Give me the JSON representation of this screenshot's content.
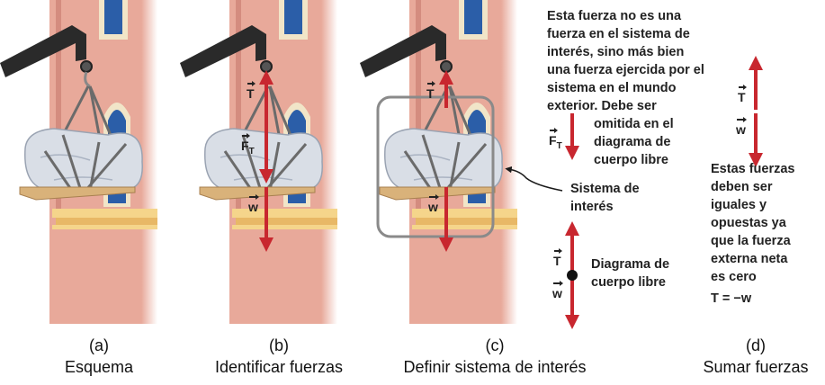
{
  "colors": {
    "wall": "#e8a99a",
    "wall_shadow": "#d48c7f",
    "window_frame": "#f1e5c8",
    "window_glass": "#2b5ea8",
    "crane": "#2a2a2a",
    "bag": "#d9dee6",
    "bag_shadow": "#aab3c2",
    "strap": "#6b6b6b",
    "plank": "#d9b27a",
    "force_arrow": "#c8272f",
    "system_box": "#8a8a8a"
  },
  "labels": {
    "T": "T",
    "w": "w",
    "F": "F",
    "F_sub": "T",
    "equation": "T = −w"
  },
  "annotations": {
    "note_top": [
      "Esta fuerza no es una",
      "fuerza en el sistema de",
      "interés, sino más bien",
      "una fuerza ejercida por el",
      "sistema en el mundo",
      "exterior. Debe ser"
    ],
    "note_omit": [
      "omitida en el",
      "diagrama de",
      "cuerpo libre"
    ],
    "system": [
      "Sistema de",
      "interés"
    ],
    "fbd": [
      "Diagrama de",
      "cuerpo libre"
    ],
    "equal": [
      "Estas fuerzas",
      "deben ser",
      "iguales y",
      "opuestas ya",
      "que la fuerza",
      "externa neta",
      "es cero"
    ]
  },
  "captions": [
    {
      "letter": "(a)",
      "text": "Esquema"
    },
    {
      "letter": "(b)",
      "text": "Identificar fuerzas"
    },
    {
      "letter": "(c)",
      "text": "Definir sistema de interés"
    },
    {
      "letter": "(d)",
      "text": "Sumar fuerzas"
    }
  ]
}
